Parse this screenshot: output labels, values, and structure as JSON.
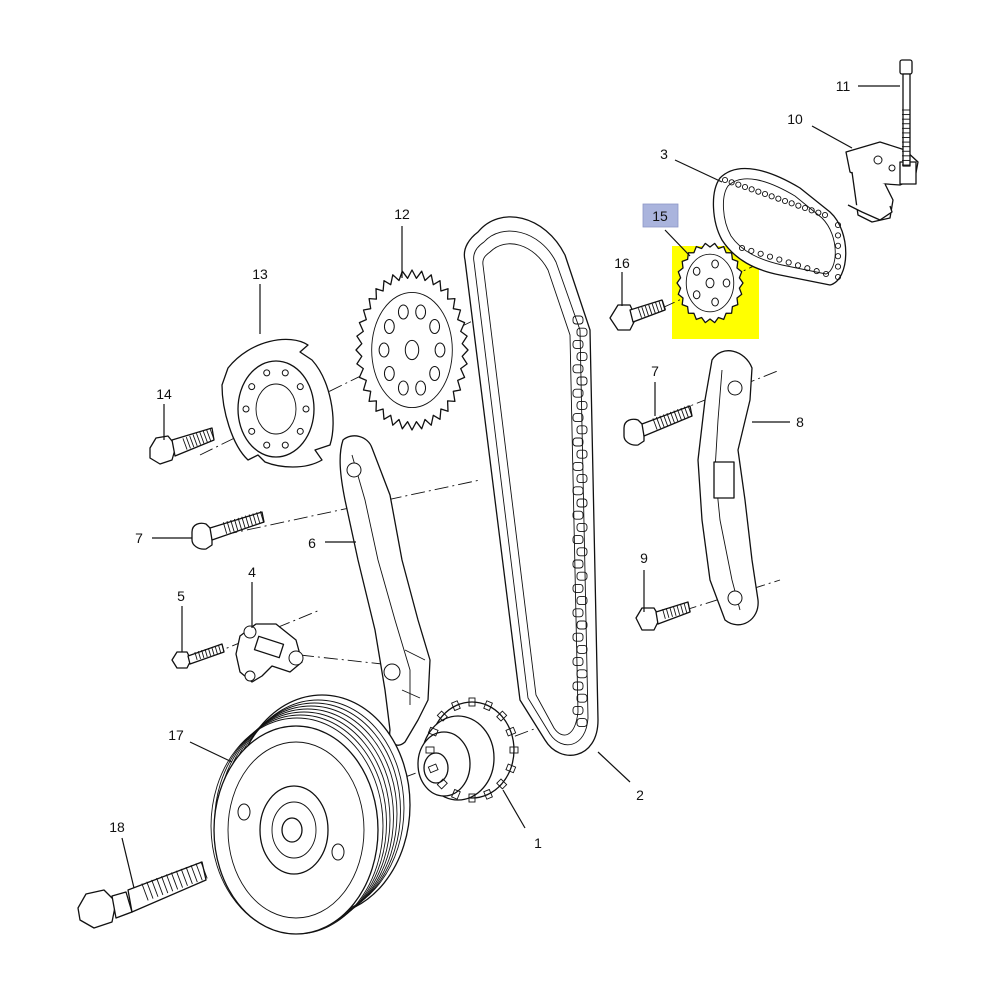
{
  "diagram": {
    "highlight_color": "#ffff00",
    "badge_color": "#aab4dd",
    "ink_color": "#111111",
    "highlighted_part": "15",
    "callouts": [
      {
        "id": "c1",
        "label": "1"
      },
      {
        "id": "c2",
        "label": "2"
      },
      {
        "id": "c3",
        "label": "3"
      },
      {
        "id": "c4",
        "label": "4"
      },
      {
        "id": "c5",
        "label": "5"
      },
      {
        "id": "c6",
        "label": "6"
      },
      {
        "id": "c7a",
        "label": "7"
      },
      {
        "id": "c7b",
        "label": "7"
      },
      {
        "id": "c8",
        "label": "8"
      },
      {
        "id": "c9",
        "label": "9"
      },
      {
        "id": "c10",
        "label": "10"
      },
      {
        "id": "c11",
        "label": "11"
      },
      {
        "id": "c12",
        "label": "12"
      },
      {
        "id": "c13",
        "label": "13"
      },
      {
        "id": "c14",
        "label": "14"
      },
      {
        "id": "c15",
        "label": "15"
      },
      {
        "id": "c16",
        "label": "16"
      },
      {
        "id": "c17",
        "label": "17"
      },
      {
        "id": "c18",
        "label": "18"
      }
    ]
  }
}
